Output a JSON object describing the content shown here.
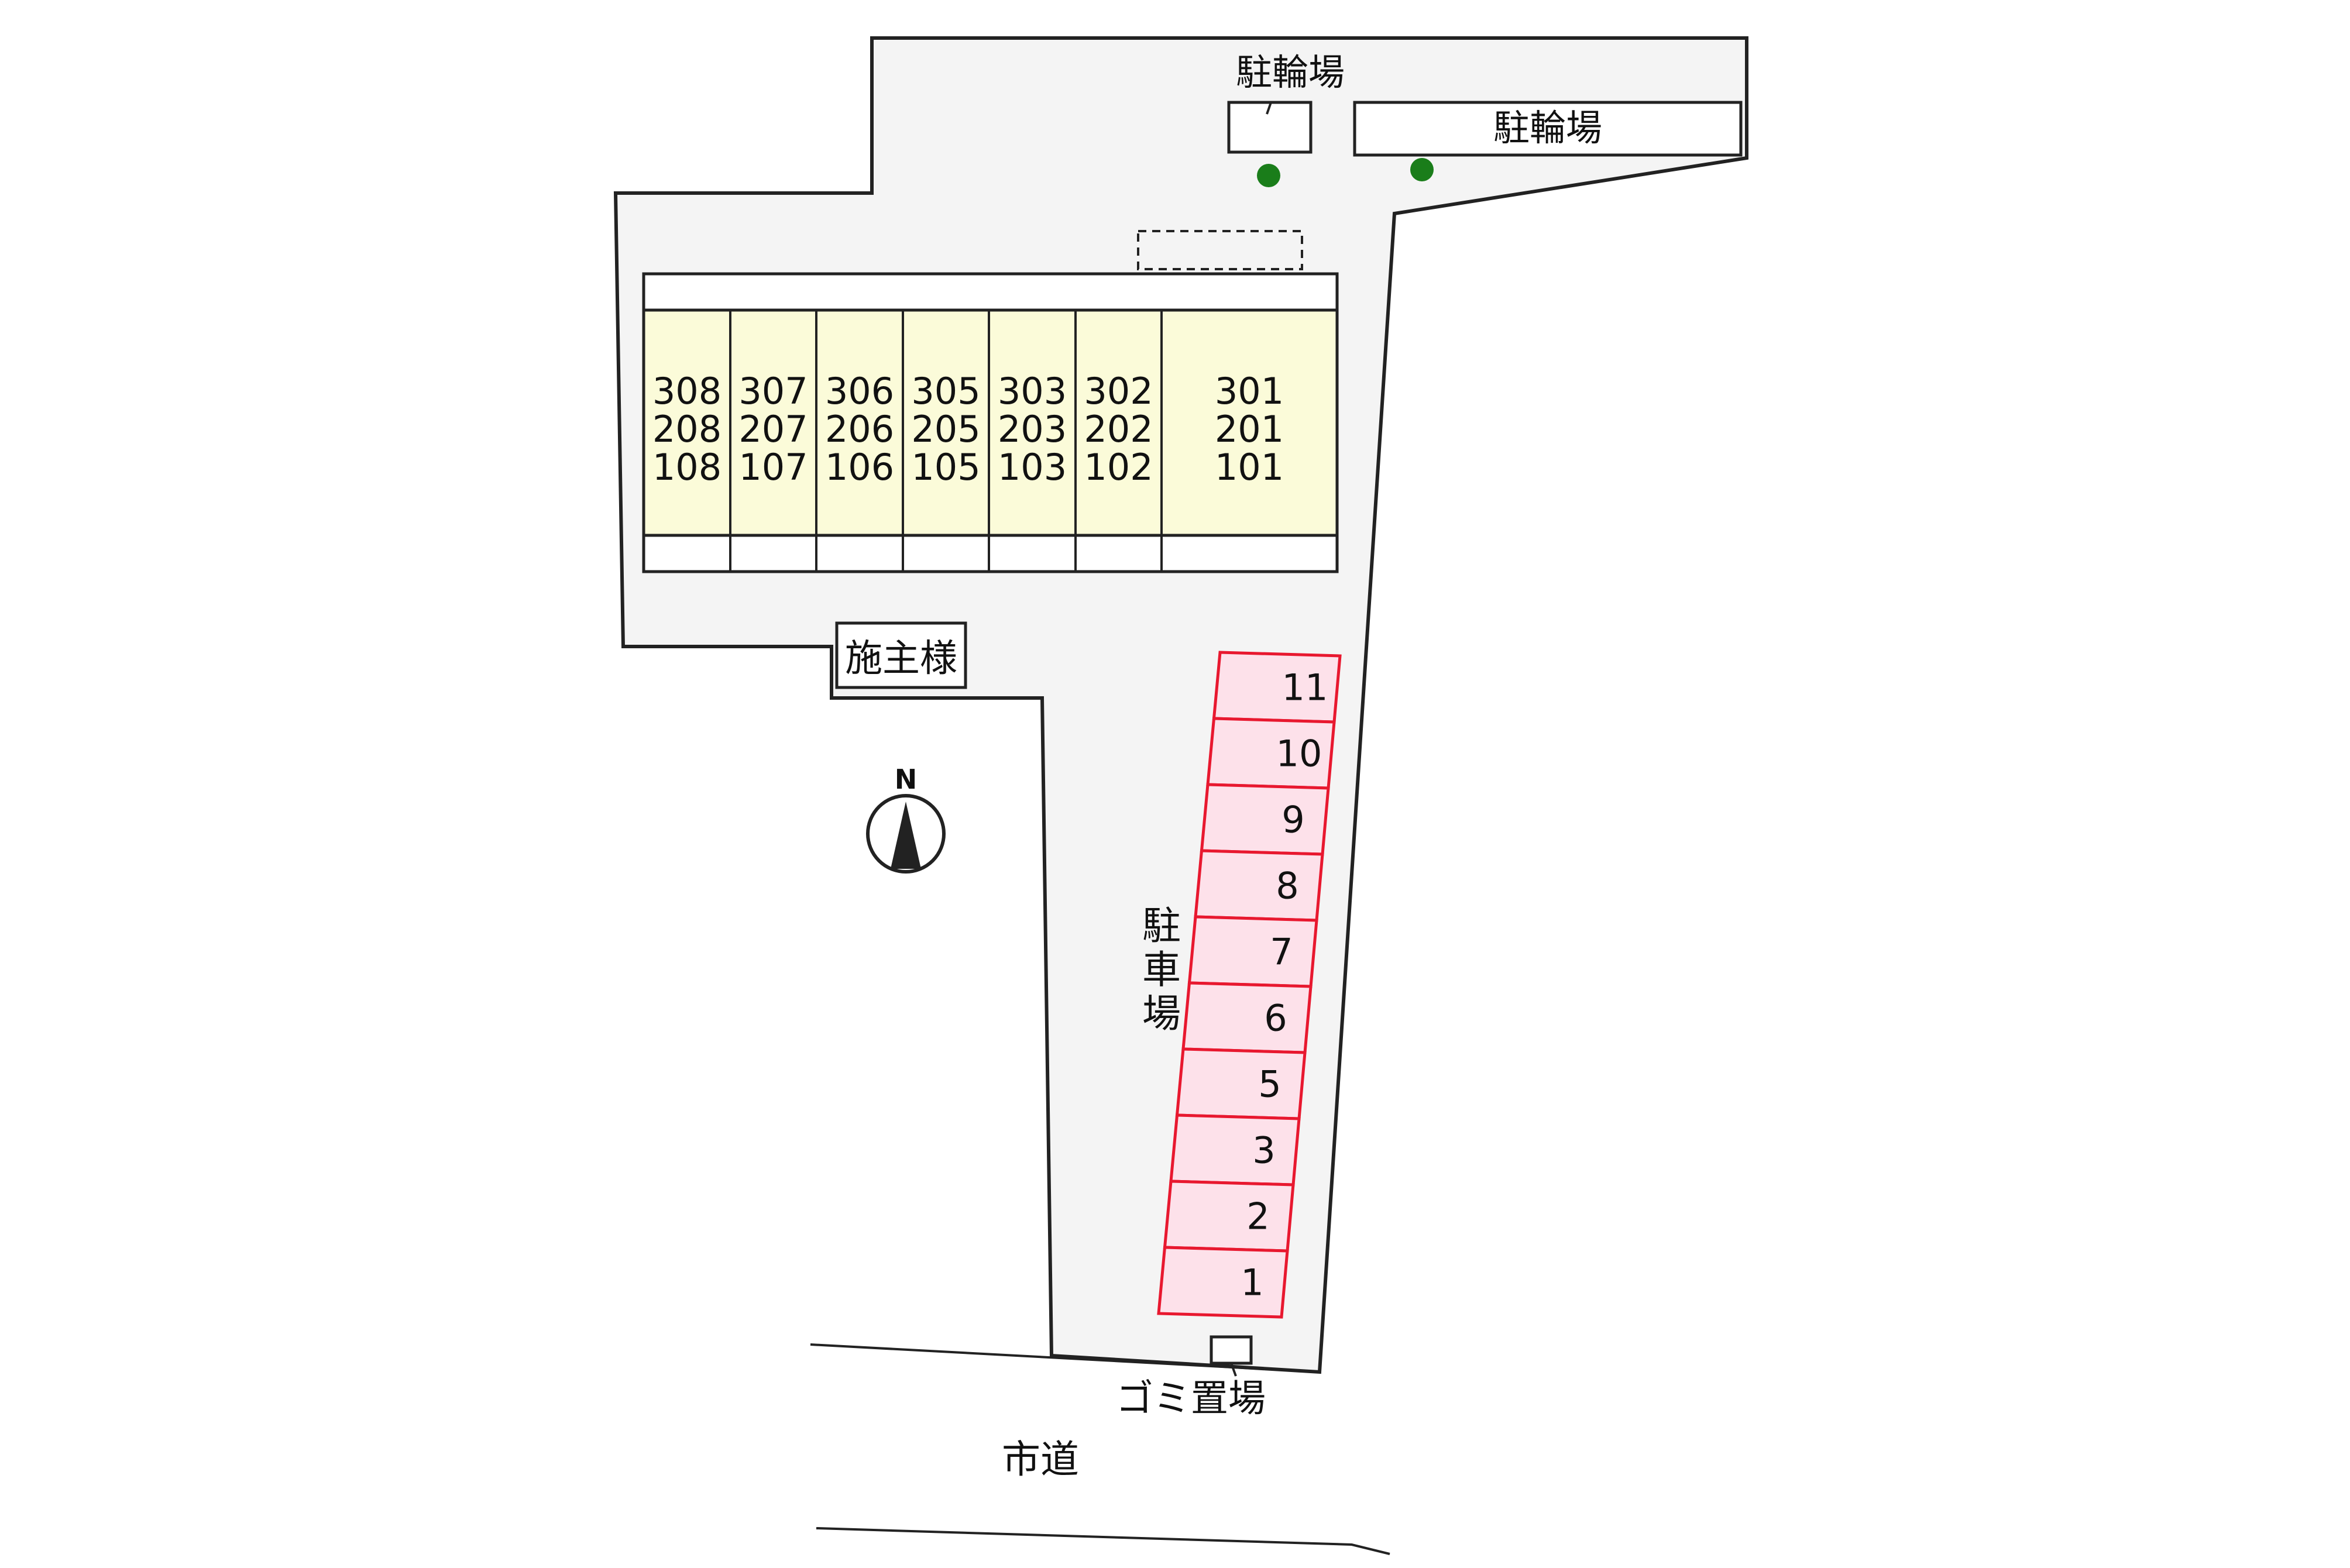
{
  "labels": {
    "bicycle_parking_1": "駐輪場",
    "bicycle_parking_2": "駐輪場",
    "owner_house": "施主様",
    "parking_lot": [
      "駐",
      "車",
      "場"
    ],
    "garbage": "ゴミ置場",
    "city_road": "市道",
    "north": "N"
  },
  "building": {
    "units": [
      {
        "floor3": "308",
        "floor2": "208",
        "floor1": "108"
      },
      {
        "floor3": "307",
        "floor2": "207",
        "floor1": "107"
      },
      {
        "floor3": "306",
        "floor2": "206",
        "floor1": "106"
      },
      {
        "floor3": "305",
        "floor2": "205",
        "floor1": "105"
      },
      {
        "floor3": "303",
        "floor2": "203",
        "floor1": "103"
      },
      {
        "floor3": "302",
        "floor2": "202",
        "floor1": "102"
      },
      {
        "floor3": "301",
        "floor2": "201",
        "floor1": "101"
      }
    ]
  },
  "parking_spaces": [
    "11",
    "10",
    "9",
    "8",
    "7",
    "6",
    "5",
    "3",
    "2",
    "1"
  ],
  "colors": {
    "site_fill": "#f4f4f4",
    "site_stroke": "#222222",
    "building_fill": "#fbfbd9",
    "parking_fill": "#fde1ea",
    "parking_stroke": "#e8182f",
    "tree": "#1a7d1a"
  }
}
